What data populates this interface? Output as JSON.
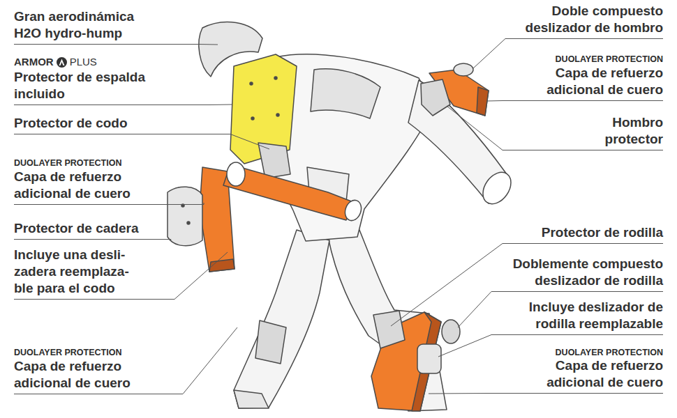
{
  "diagram": {
    "labels": [
      "Gran aerodinámica H2O hydro-hump",
      "ARMOR",
      "PLUS",
      "Protector de espalda incluido",
      "Protector de codo",
      "DUOLAYER PROTECTION",
      "Capa de refuerzo adicional de cuero",
      "Protector de cadera",
      "Incluye una desli- zadera reemplaza- ble para el codo",
      "DUOLAYER PROTECTION",
      "Capa de refuerzo adicional de cuero",
      "Doble compuesto deslizador de hombro",
      "DUOLAYER PROTECTION",
      "Capa de refuerzo adicional de cuero",
      "Hombro protector",
      "Protector de rodilla",
      "Doblemente compuesto deslizador de rodilla",
      "Incluye deslizador de rodilla reemplazable",
      "DUOLAYER PROTECTION",
      "Capa de refuerzo adicional de cuero"
    ]
  }
}
